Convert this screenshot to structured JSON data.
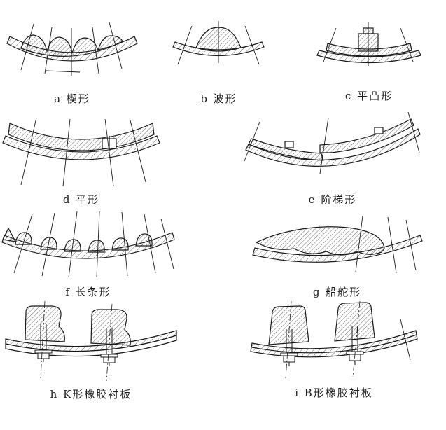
{
  "page": {
    "background": "#ffffff"
  },
  "colors": {
    "line": "#1a1a1a",
    "hatch": "#2b2b2b",
    "background": "#ffffff"
  },
  "figures": [
    {
      "id": "a",
      "caption": "a 楔形",
      "shape": "wedge-liner"
    },
    {
      "id": "b",
      "caption": "b 波形",
      "shape": "wave-liner"
    },
    {
      "id": "c",
      "caption": "c 平凸形",
      "shape": "flat-convex-liner"
    },
    {
      "id": "d",
      "caption": "d 平形",
      "shape": "flat-liner"
    },
    {
      "id": "e",
      "caption": "e 阶梯形",
      "shape": "stepped-liner"
    },
    {
      "id": "f",
      "caption": "f 长条形",
      "shape": "long-strip-liner"
    },
    {
      "id": "g",
      "caption": "g 船舵形",
      "shape": "ship-rudder-liner"
    },
    {
      "id": "h",
      "caption": "h K形橡胶衬板",
      "shape": "k-type-rubber-liner"
    },
    {
      "id": "i",
      "caption": "i B形橡胶衬板",
      "shape": "b-type-rubber-liner"
    }
  ]
}
